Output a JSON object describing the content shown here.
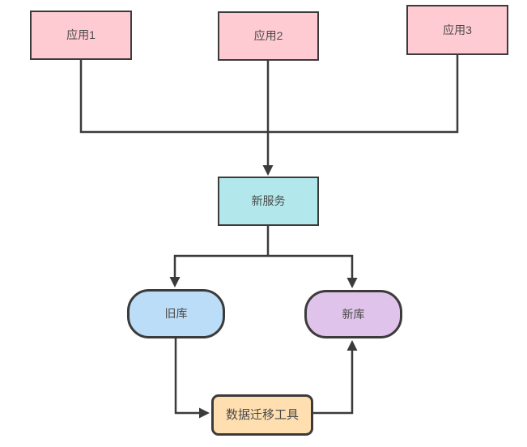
{
  "diagram": {
    "nodes": {
      "app1": {
        "label": "应用1",
        "shape": "rectangle",
        "fill": "#FFCBD3"
      },
      "app2": {
        "label": "应用2",
        "shape": "rectangle",
        "fill": "#FFCBD3"
      },
      "app3": {
        "label": "应用3",
        "shape": "rectangle",
        "fill": "#FFCBD3"
      },
      "service": {
        "label": "新服务",
        "shape": "rectangle",
        "fill": "#B2E8EC"
      },
      "old_db": {
        "label": "旧库",
        "shape": "rounded",
        "fill": "#BBDDF7"
      },
      "new_db": {
        "label": "新库",
        "shape": "rounded",
        "fill": "#E0C3EA"
      },
      "migration": {
        "label": "数据迁移工具",
        "shape": "rounded-small",
        "fill": "#FFDFB0"
      }
    },
    "edges": [
      {
        "from": "app1",
        "to": "service",
        "arrow": false
      },
      {
        "from": "app2",
        "to": "service",
        "arrow": true
      },
      {
        "from": "app3",
        "to": "service",
        "arrow": false
      },
      {
        "from": "service",
        "to": "old_db",
        "arrow": true
      },
      {
        "from": "service",
        "to": "new_db",
        "arrow": true
      },
      {
        "from": "old_db",
        "to": "migration",
        "arrow": true
      },
      {
        "from": "migration",
        "to": "new_db",
        "arrow": true
      }
    ],
    "colors": {
      "background": "#FFFFFF",
      "border": "#3B3B3B",
      "line": "#3B3B3B",
      "text": "#4A4A4A"
    }
  }
}
